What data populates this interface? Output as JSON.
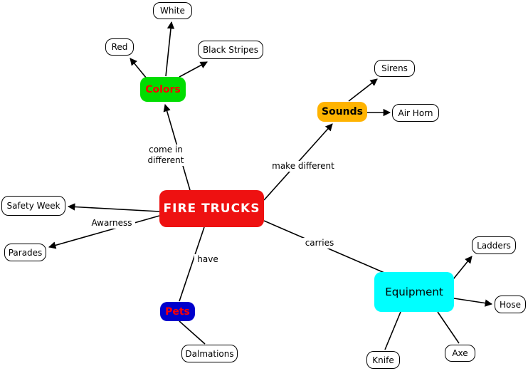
{
  "diagram": {
    "type": "concept-map",
    "central_node": "fire_trucks",
    "background": "#ffffff",
    "nodes": {
      "fire_trucks": {
        "label": "FIRE TRUCKS",
        "fill": "#ee1111",
        "text_color": "#ffffff"
      },
      "colors": {
        "label": "Colors",
        "fill": "#00dd00",
        "text_color": "#ff0000"
      },
      "white": {
        "label": "White",
        "fill": "#ffffff",
        "text_color": "#000000"
      },
      "red": {
        "label": "Red",
        "fill": "#ffffff",
        "text_color": "#000000"
      },
      "black_stripes": {
        "label": "Black Stripes",
        "fill": "#ffffff",
        "text_color": "#000000"
      },
      "sounds": {
        "label": "Sounds",
        "fill": "#ffb300",
        "text_color": "#000000"
      },
      "sirens": {
        "label": "Sirens",
        "fill": "#ffffff",
        "text_color": "#000000"
      },
      "air_horn": {
        "label": "Air Horn",
        "fill": "#ffffff",
        "text_color": "#000000"
      },
      "safety_week": {
        "label": "Safety Week",
        "fill": "#ffffff",
        "text_color": "#000000"
      },
      "parades": {
        "label": "Parades",
        "fill": "#ffffff",
        "text_color": "#000000"
      },
      "pets": {
        "label": "Pets",
        "fill": "#0000cc",
        "text_color": "#ff0000"
      },
      "dalmations": {
        "label": "Dalmations",
        "fill": "#ffffff",
        "text_color": "#000000"
      },
      "equipment": {
        "label": "Equipment",
        "fill": "#00ffff",
        "text_color": "#000000"
      },
      "ladders": {
        "label": "Ladders",
        "fill": "#ffffff",
        "text_color": "#000000"
      },
      "hose": {
        "label": "Hose",
        "fill": "#ffffff",
        "text_color": "#000000"
      },
      "axe": {
        "label": "Axe",
        "fill": "#ffffff",
        "text_color": "#000000"
      },
      "knife": {
        "label": "Knife",
        "fill": "#ffffff",
        "text_color": "#000000"
      }
    },
    "edges": [
      {
        "from": "fire_trucks",
        "to": "colors",
        "label": "come in\ndifferent",
        "arrow": true
      },
      {
        "from": "colors",
        "to": "white",
        "label": "",
        "arrow": true
      },
      {
        "from": "colors",
        "to": "red",
        "label": "",
        "arrow": true
      },
      {
        "from": "colors",
        "to": "black_stripes",
        "label": "",
        "arrow": true
      },
      {
        "from": "fire_trucks",
        "to": "sounds",
        "label": "make different",
        "arrow": true
      },
      {
        "from": "sounds",
        "to": "sirens",
        "label": "",
        "arrow": true
      },
      {
        "from": "sounds",
        "to": "air_horn",
        "label": "",
        "arrow": true
      },
      {
        "from": "fire_trucks",
        "to": "safety_week",
        "label": "Awarness",
        "arrow": true
      },
      {
        "from": "fire_trucks",
        "to": "parades",
        "label": "Awarness",
        "arrow": true
      },
      {
        "from": "fire_trucks",
        "to": "pets",
        "label": "have",
        "arrow": false
      },
      {
        "from": "fire_trucks",
        "to": "equipment",
        "label": "carries",
        "arrow": false
      },
      {
        "from": "pets",
        "to": "dalmations",
        "label": "",
        "arrow": false
      },
      {
        "from": "equipment",
        "to": "ladders",
        "label": "",
        "arrow": true
      },
      {
        "from": "equipment",
        "to": "hose",
        "label": "",
        "arrow": true
      },
      {
        "from": "equipment",
        "to": "axe",
        "label": "",
        "arrow": false
      },
      {
        "from": "equipment",
        "to": "knife",
        "label": "",
        "arrow": false
      }
    ]
  }
}
